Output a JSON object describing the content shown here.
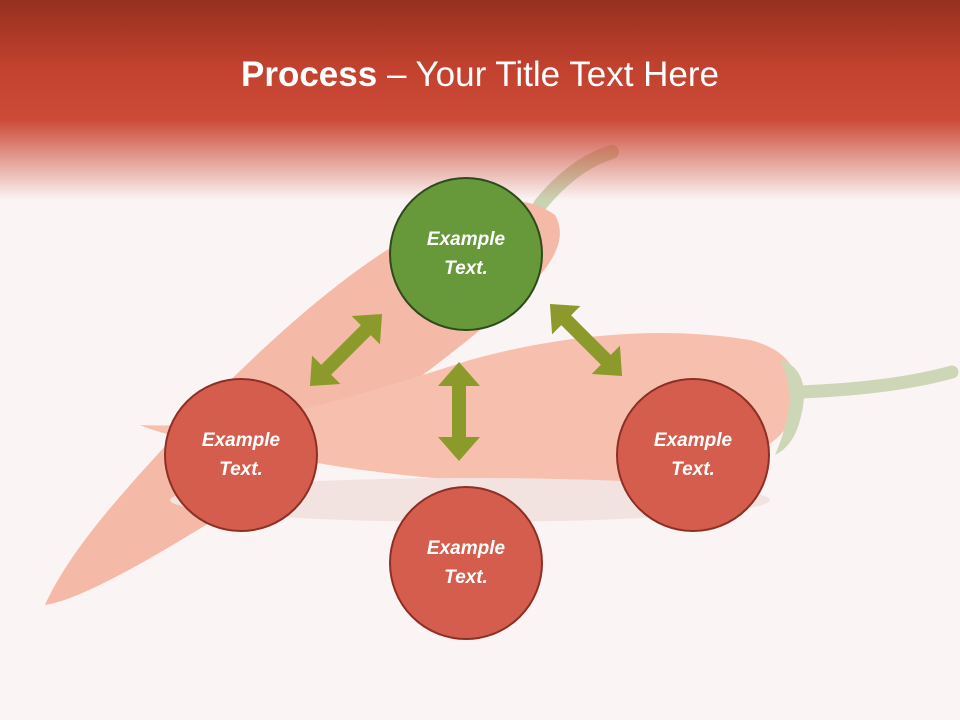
{
  "title": {
    "bold": "Process",
    "rest": " – Your Title Text Here"
  },
  "nodes": {
    "top": {
      "line1": "Example",
      "line2": "Text."
    },
    "left": {
      "line1": "Example",
      "line2": "Text."
    },
    "right": {
      "line1": "Example",
      "line2": "Text."
    },
    "bottom": {
      "line1": "Example",
      "line2": "Text."
    }
  },
  "colors": {
    "header": "#c3422f",
    "accent_green": "#67983a",
    "node_red": "#d45d4e",
    "arrow": "#8c9a2c"
  }
}
